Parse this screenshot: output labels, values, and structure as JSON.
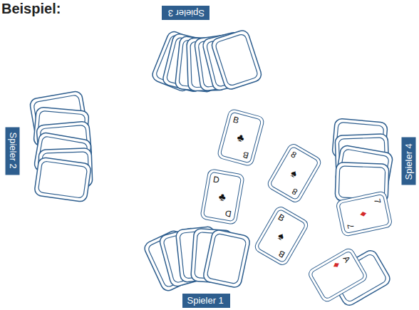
{
  "diagram": {
    "title": "Beispiel:",
    "nodes": [
      {
        "text": [
          "Spieler 3"
        ]
      },
      {
        "text": [
          "Spieler 2"
        ]
      },
      {
        "text": [
          "B",
          "♣",
          "B"
        ]
      },
      {
        "text": [
          "8",
          "♠",
          "8"
        ]
      },
      {
        "text": [
          "Spieler 4"
        ]
      },
      {
        "text": [
          "D",
          "♣",
          "D"
        ]
      },
      {
        "text": [
          "B",
          "♠",
          "B"
        ]
      },
      {
        "text": [
          "7",
          "♦",
          "7"
        ]
      },
      {
        "text": [
          "A",
          "♦"
        ]
      },
      {
        "text": [
          "Spieler 1"
        ]
      }
    ]
  }
}
